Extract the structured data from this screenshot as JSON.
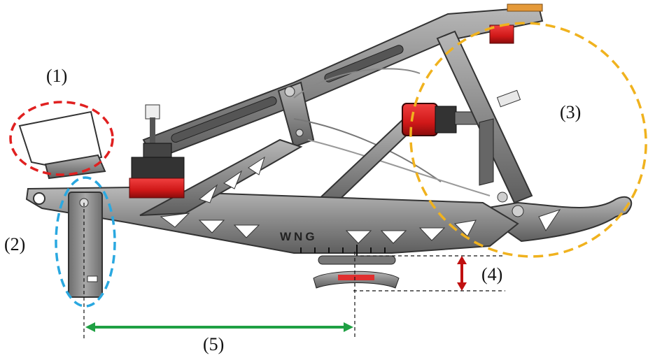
{
  "labels": {
    "l1": "(1)",
    "l2": "(2)",
    "l3": "(3)",
    "l4": "(4)",
    "l5": "(5)"
  },
  "brand_text": "WNG",
  "colors": {
    "frame": "#8c8c8c",
    "frame_dark": "#4a4a4a",
    "motor_red": "#d81e1e",
    "tab_orange": "#e59a3a",
    "circle_1": "#e02020",
    "circle_2": "#2aa8e0",
    "circle_3": "#f0b21e",
    "dimension_4": "#c01010",
    "dimension_5": "#1fa043"
  }
}
